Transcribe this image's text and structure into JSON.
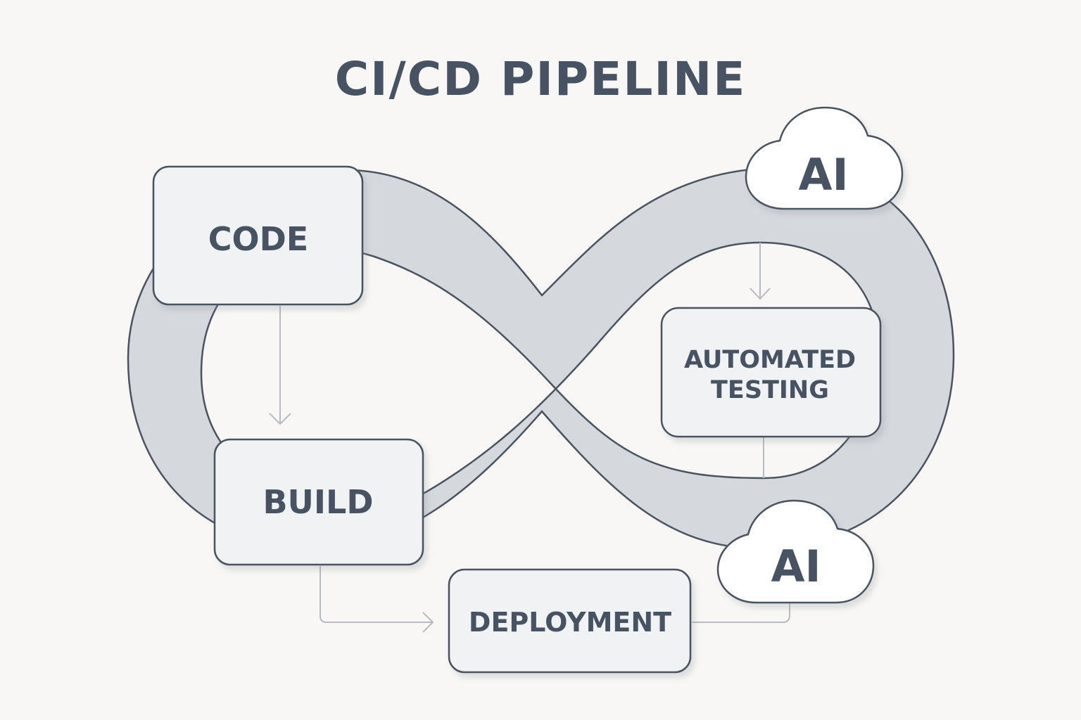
{
  "title": "CI/CD PIPELINE",
  "stages": {
    "code": "CODE",
    "build": "BUILD",
    "testing_line1": "AUTOMATED",
    "testing_line2": "TESTING",
    "deployment": "DEPLOYMENT"
  },
  "ai_badges": {
    "top": "AI",
    "bottom": "AI"
  },
  "colors": {
    "background": "#f8f7f5",
    "band_fill": "#d5d8dd",
    "outline": "#4a5361",
    "box_fill": "#f1f2f4",
    "text": "#475263",
    "connector": "#b7bbc1"
  }
}
